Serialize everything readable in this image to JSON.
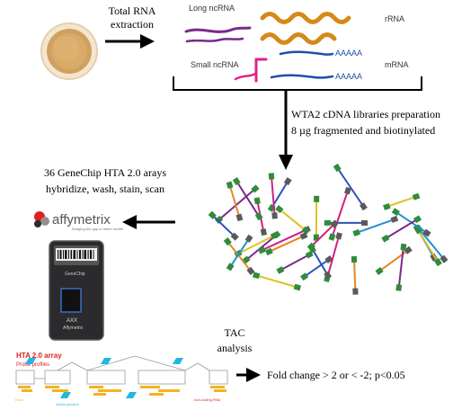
{
  "step_rna_extraction": {
    "line1": "Total RNA",
    "line2": "extraction"
  },
  "rna_types": {
    "long_ncrna": "Long ncRNA",
    "rrna": "rRNA",
    "small_ncrna": "Small ncRNA",
    "polya_1": "AAAAA",
    "polya_2": "AAAAA",
    "mrna": "mRNA"
  },
  "step_library_prep": {
    "line1": "WTA2 cDNA libraries preparation",
    "line2": "8 µg fragmented and biotinylated"
  },
  "step_hybridization": {
    "line1": "36 GeneChip HTA 2.0 arays",
    "line2": "hybridize, wash, stain, scan"
  },
  "brand": {
    "name": "affymetrix",
    "tagline": "Bridging the gap to better health"
  },
  "chip": {
    "label_top": "GeneChip",
    "label_mid": "AXX",
    "label_brand": "Affymetrix"
  },
  "probe_panel": {
    "title": "HTA 2.0 array",
    "subtitle": "Probe profiles",
    "label_exon": "Exon",
    "label_junction": "Splice junction",
    "label_noncoding": "non-coding RNA"
  },
  "step_tac": {
    "line1": "TAC",
    "line2": "analysis"
  },
  "result": "Fold change > 2 or < -2; p<0.05",
  "colors": {
    "long_ncrna": "#7a2a8c",
    "rrna": "#d48a18",
    "small_ncrna": "#e0208c",
    "mrna": "#1e50a8",
    "probe_title": "#e02020",
    "probe_yellow": "#f0b420",
    "probe_cyan": "#20b8e0"
  }
}
